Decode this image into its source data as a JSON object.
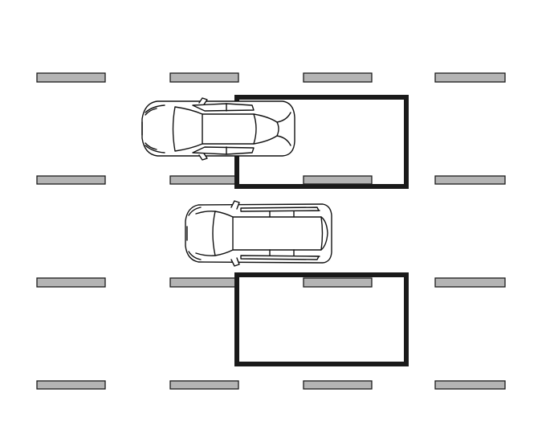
{
  "diagram": {
    "description_visible_text": "",
    "colors": {
      "lane_mark_fill": "#b4b4b4",
      "lane_mark_stroke": "#1a1a1a",
      "parking_frame": "#1a1a1a",
      "vehicle_body": "#ffffff",
      "vehicle_outline": "#111111"
    },
    "elements": {
      "lane_marks": {
        "rows": 4,
        "columns": 4
      },
      "parking_frames": 2,
      "vehicles": [
        "sedan",
        "suv"
      ]
    }
  }
}
